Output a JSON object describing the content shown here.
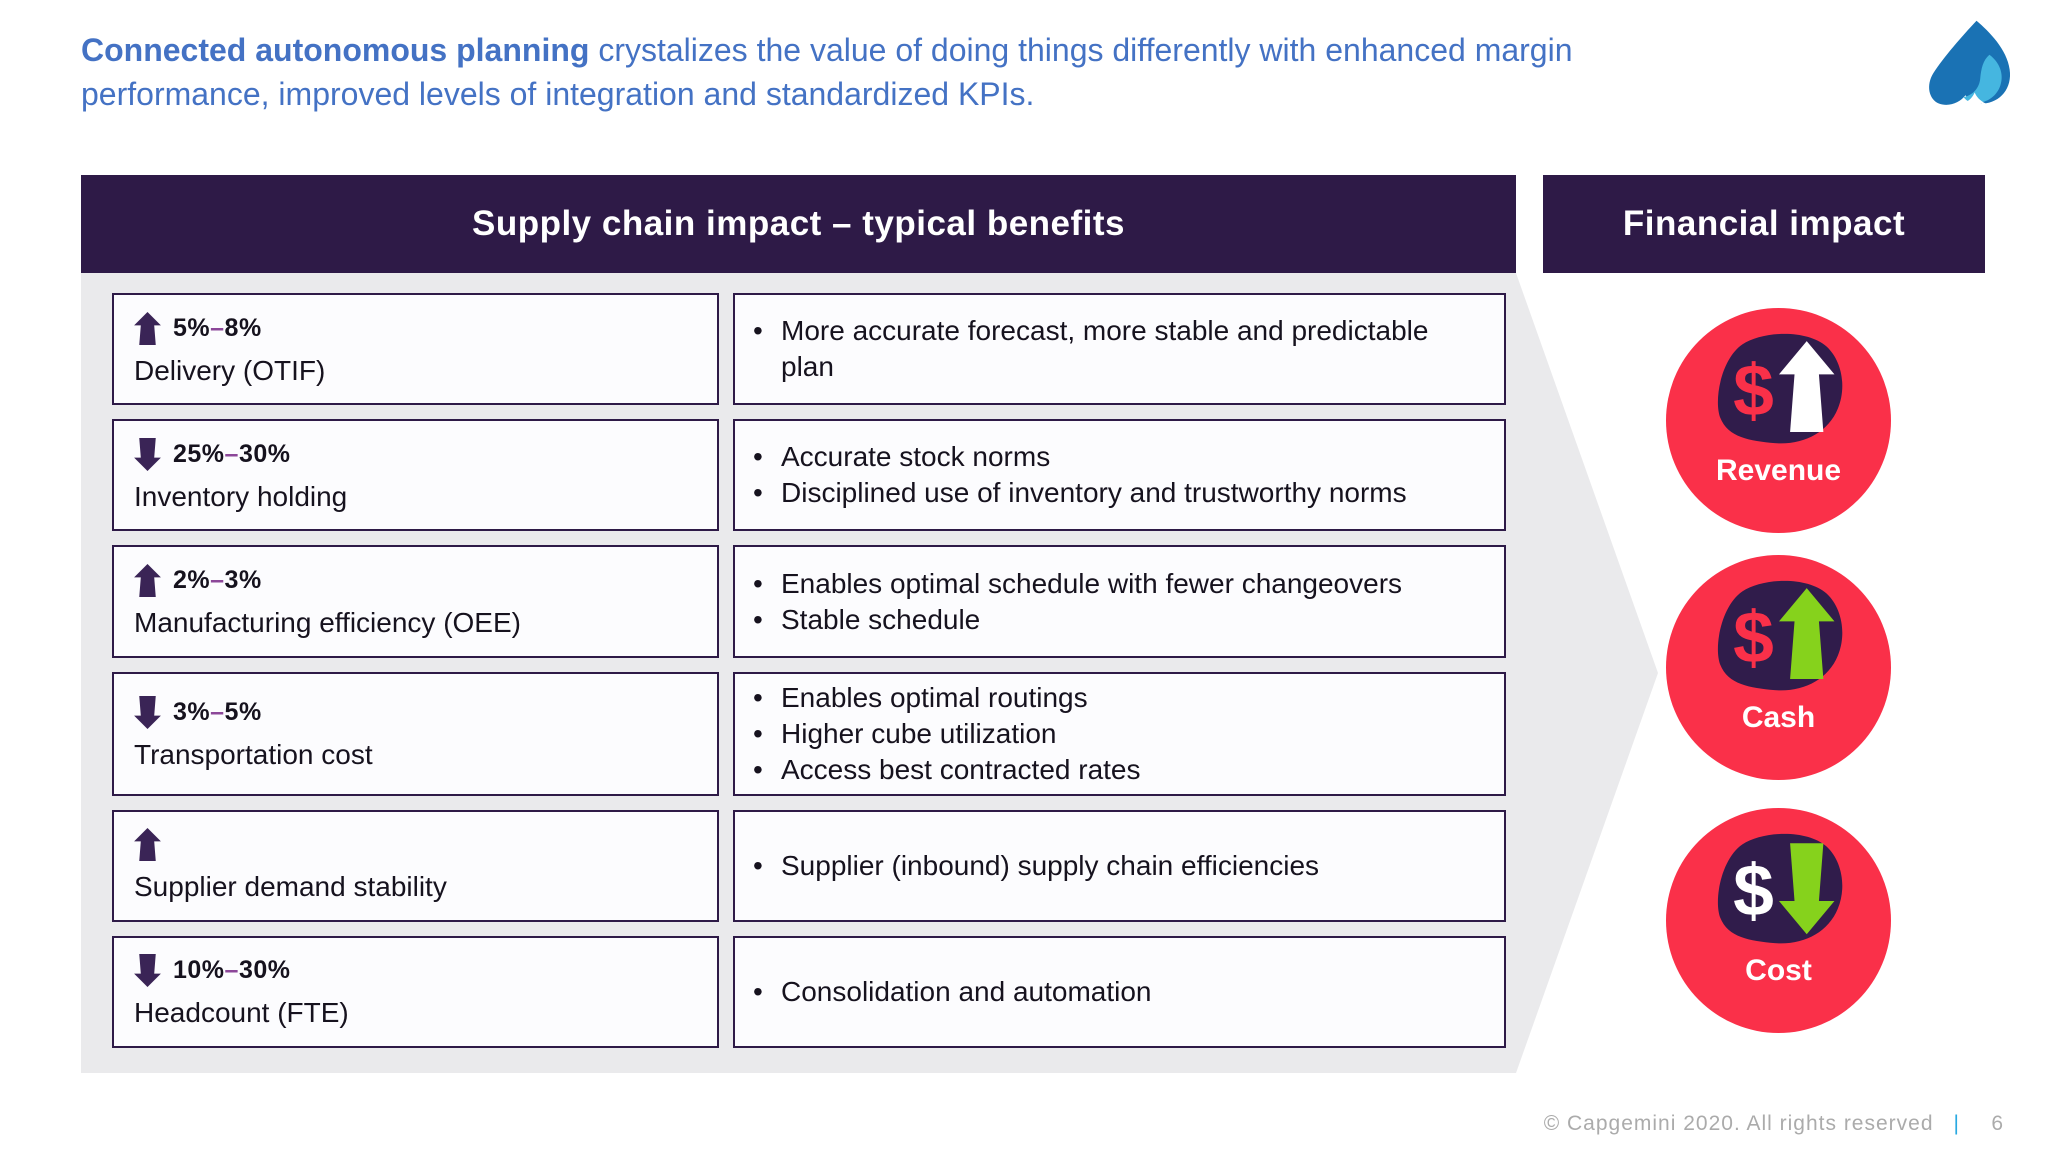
{
  "title": {
    "bold": "Connected autonomous planning",
    "rest": " crystalizes the value of doing things differently with enhanced margin performance, improved levels of integration and standardized KPIs."
  },
  "headers": {
    "left": "Supply chain impact – typical benefits",
    "right": "Financial impact"
  },
  "rows": [
    {
      "direction": "up",
      "pct_from": "5%",
      "pct_dash": "–",
      "pct_to": "8%",
      "label": "Delivery (OTIF)",
      "bullets": [
        "More accurate forecast, more stable and predictable plan"
      ]
    },
    {
      "direction": "down",
      "pct_from": "25%",
      "pct_dash": "–",
      "pct_to": "30%",
      "label": "Inventory holding",
      "bullets": [
        "Accurate stock norms",
        "Disciplined use of inventory and trustworthy norms"
      ]
    },
    {
      "direction": "up",
      "pct_from": "2%",
      "pct_dash": "–",
      "pct_to": "3%",
      "label": "Manufacturing efficiency (OEE)",
      "bullets": [
        "Enables optimal schedule with fewer changeovers",
        "Stable schedule"
      ]
    },
    {
      "direction": "down",
      "pct_from": "3%",
      "pct_dash": "–",
      "pct_to": "5%",
      "label": "Transportation cost",
      "bullets": [
        "Enables optimal routings",
        "Higher cube utilization",
        "Access best contracted rates"
      ]
    },
    {
      "direction": "up",
      "pct_from": "",
      "pct_dash": "",
      "pct_to": "",
      "label": "Supplier demand stability",
      "bullets": [
        "Supplier (inbound) supply chain efficiencies"
      ]
    },
    {
      "direction": "down",
      "pct_from": "10%",
      "pct_dash": "–",
      "pct_to": "30%",
      "label": "Headcount (FTE)",
      "bullets": [
        "Consolidation and automation"
      ]
    }
  ],
  "financial": {
    "items": [
      {
        "label": "Revenue",
        "dollar": "$",
        "arrow": "up",
        "arrow_color": "#FFFFFF",
        "dollar_color": "#FA3049"
      },
      {
        "label": "Cash",
        "dollar": "$",
        "arrow": "up",
        "arrow_color": "#86D21C",
        "dollar_color": "#FA3049"
      },
      {
        "label": "Cost",
        "dollar": "$",
        "arrow": "down",
        "arrow_color": "#86D21C",
        "dollar_color": "#FFFFFF"
      }
    ]
  },
  "footer": {
    "copyright": "© Capgemini 2020. All rights reserved",
    "separator": "|",
    "page": "6"
  },
  "colors": {
    "title_blue": "#4472C4",
    "header_purple": "#2E1A47",
    "panel_gray": "#EAEAEC",
    "cell_border_purple": "#2E1A47",
    "metric_arrow_purple": "#3A2456",
    "pct_dash_purple": "#8C4799",
    "circle_red": "#FA3049",
    "icon_blob_purple": "#301C4B",
    "icon_green": "#86D21C",
    "footer_gray": "#ABABAB",
    "footer_pipe_blue": "#29A9E1",
    "logo_dark_blue": "#1A72B4",
    "logo_light_blue": "#45B6E0"
  }
}
